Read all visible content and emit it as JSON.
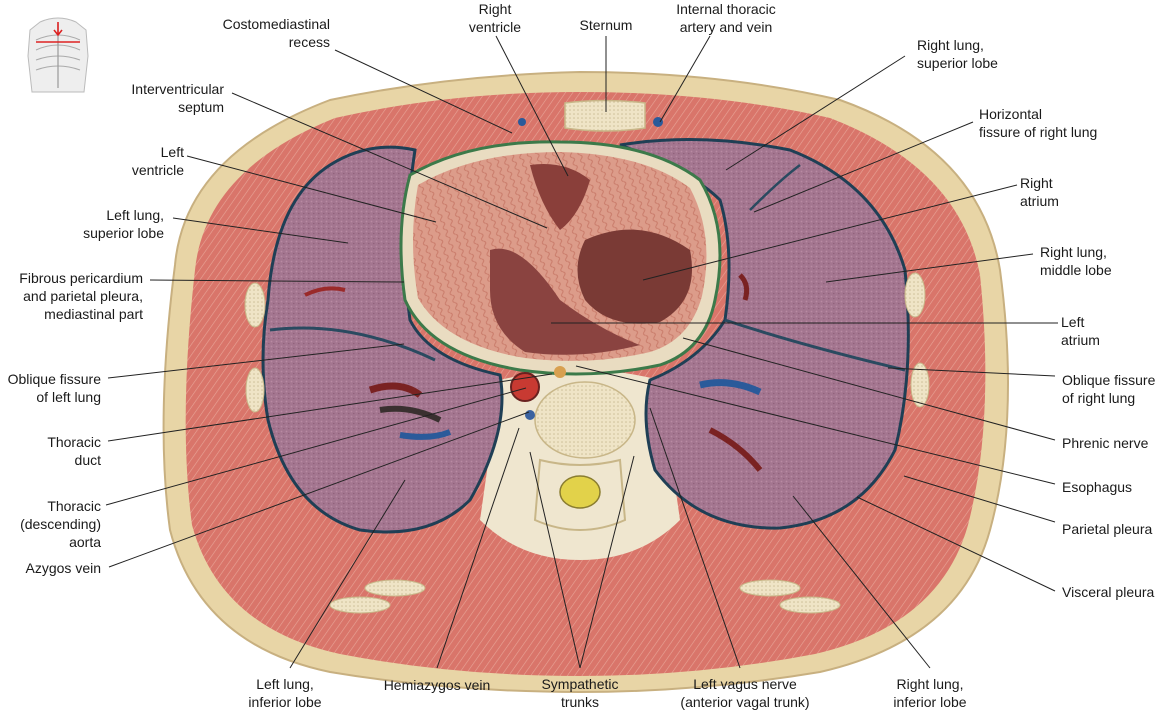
{
  "labels": {
    "costomediastinal_recess": "Costomediastinal\nrecess",
    "right_ventricle": "Right\nventricle",
    "sternum": "Sternum",
    "internal_thoracic": "Internal thoracic\nartery and vein",
    "right_lung_superior": "Right lung,\nsuperior lobe",
    "interventricular_septum": "Interventricular\nseptum",
    "horizontal_fissure": "Horizontal\nfissure of right lung",
    "left_ventricle": "Left\nventricle",
    "right_atrium": "Right\natrium",
    "left_lung_superior": "Left lung,\nsuperior lobe",
    "right_lung_middle": "Right lung,\nmiddle lobe",
    "fibrous_pericardium": "Fibrous pericardium\nand parietal pleura,\nmediastinal part",
    "left_atrium": "Left\natrium",
    "oblique_fissure_left": "Oblique fissure\nof left lung",
    "oblique_fissure_right": "Oblique fissure\nof right lung",
    "thoracic_duct": "Thoracic\nduct",
    "phrenic_nerve": "Phrenic nerve",
    "esophagus": "Esophagus",
    "thoracic_aorta": "Thoracic\n(descending)\naorta",
    "parietal_pleura": "Parietal pleura",
    "azygos_vein": "Azygos vein",
    "visceral_pleura": "Visceral pleura",
    "left_lung_inferior": "Left lung,\ninferior lobe",
    "hemiazygos_vein": "Hemiazygos vein",
    "sympathetic_trunks": "Sympathetic\ntrunks",
    "left_vagus": "Left vagus nerve\n(anterior vagal trunk)",
    "right_lung_inferior": "Right lung,\ninferior lobe"
  },
  "colors": {
    "skin_fat": "#e8d5a6",
    "muscle": "#d9756a",
    "lung": "#a8788e",
    "heart": "#d99a88",
    "bone": "#efe6cf",
    "pleura": "#8fb3c8",
    "leader": "#222222"
  },
  "icons": {
    "orientation": "torso-orientation-icon"
  }
}
